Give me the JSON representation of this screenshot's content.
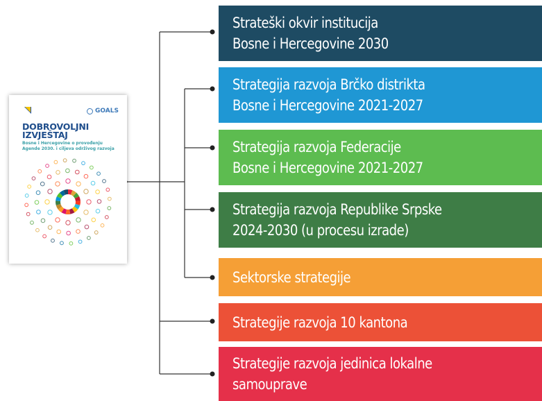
{
  "report": {
    "title_line1": "DOBROVOLJNI",
    "title_line2": "IZVJEŠTAJ",
    "subtitle_line1": "Bosne i Hercegovine o provođenju",
    "subtitle_line2": "Agende 2030. i ciljeva održivog razvoja",
    "sdg_logo_text": "GOALS",
    "title_color": "#1f4e8c"
  },
  "strategies": [
    {
      "line1": "Strateški okvir institucija",
      "line2": "Bosne i Hercegovine 2030",
      "color": "#1e4b63"
    },
    {
      "line1": "Strategija razvoja Brčko distrikta",
      "line2": "Bosne i Hercegovine 2021-2027",
      "color": "#1f97d4"
    },
    {
      "line1": "Strategija razvoja Federacije",
      "line2": "Bosne i Hercegovine 2021-2027",
      "color": "#5dbc50"
    },
    {
      "line1": "Strategija razvoja Republike Srpske",
      "line2": "2024-2030 (u procesu izrade)",
      "color": "#3e7d46"
    },
    {
      "line1": "Sektorske strategije",
      "line2": "",
      "color": "#f59f36"
    },
    {
      "line1": "Strategije razvoja 10 kantona",
      "line2": "",
      "color": "#ec5137"
    },
    {
      "line1": "Strategije razvoja jedinica lokalne",
      "line2": "samouprave",
      "color": "#e5304a"
    }
  ],
  "sdg_wheel_colors": [
    "#e5243b",
    "#dda63a",
    "#4c9f38",
    "#c5192d",
    "#ff3a21",
    "#26bde2",
    "#fcc30b",
    "#a21942",
    "#fd6925",
    "#dd1367",
    "#fd9d24",
    "#bf8b2e",
    "#3f7e44",
    "#0a97d9",
    "#56c02b",
    "#00689d",
    "#19486a"
  ]
}
